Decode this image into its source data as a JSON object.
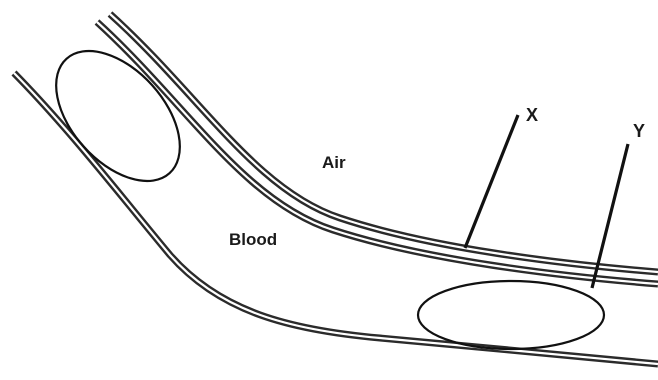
{
  "diagram": {
    "labels": {
      "air": "Air",
      "blood": "Blood",
      "x": "X",
      "y": "Y"
    },
    "colors": {
      "line": "#2b2b2b",
      "background": "#ffffff"
    }
  }
}
